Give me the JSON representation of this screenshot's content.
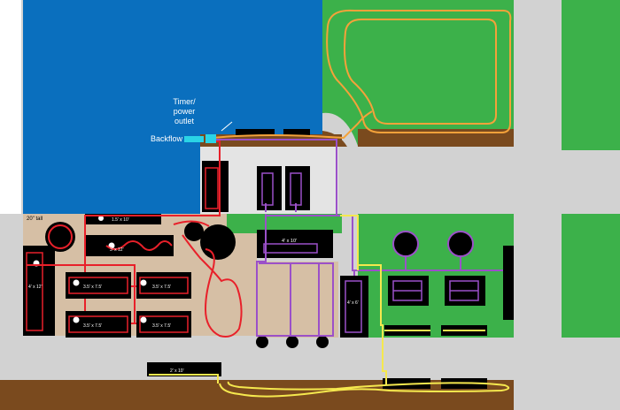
{
  "labels": {
    "timer": "Timer/",
    "power": "power",
    "outlet": "outlet",
    "backflow": "Backflow",
    "wall_20in": "20\" tall",
    "bed_4x10": "4' x 10'",
    "bed_3x12": "3' x 12'",
    "bed_4x12_left": "4' x 12'",
    "bed_4x6": "4' x 6'",
    "bed_top_long": "1.5' x 10'",
    "bed_bottom_long": "2' x 10'",
    "bed_35a": "3.5' x 7.5'",
    "bed_35b": "3.5' x 7.5'",
    "bed_35c": "3.5' x 7.5'",
    "bed_35d": "3.5' x 7.5'"
  },
  "colors": {
    "house": "#0a6fbe",
    "lawn": "#3cb14a",
    "patio": "#d6bfa5",
    "pavement": "#d2d2d2",
    "mulch": "#7a4a1e",
    "red_zone": "#e8202a",
    "purple_zone": "#9b50c9",
    "yellow_zone": "#f5e84e",
    "orange_zone": "#f4a23a",
    "timer": "#2ad4e6"
  }
}
